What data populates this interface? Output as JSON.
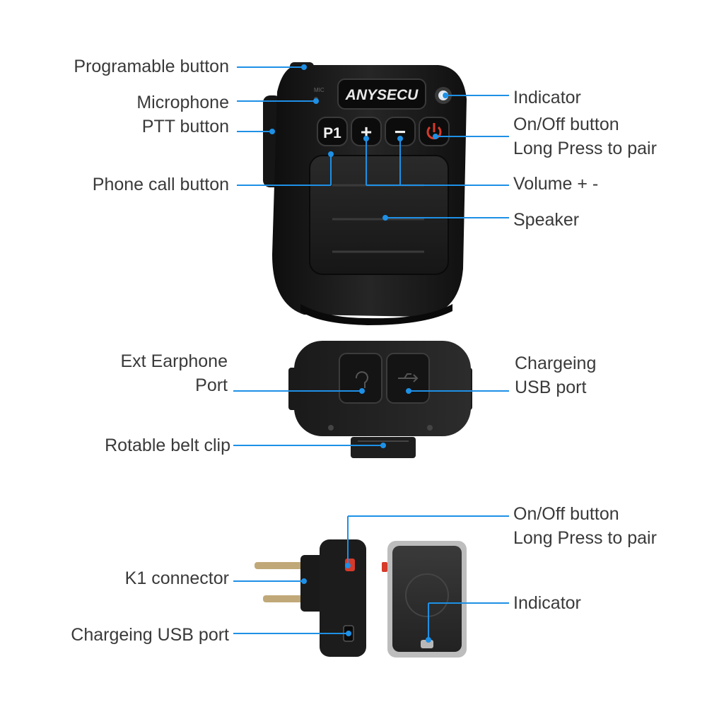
{
  "colors": {
    "line": "#1e90e6",
    "label": "#3a3a3a",
    "device": "#1c1c1c",
    "button_red": "#d63a2a"
  },
  "device_main": {
    "brand": "ANYSECU",
    "btn_p1": "P1",
    "btn_plus": "+",
    "btn_minus": "−"
  },
  "labels": {
    "programable_button": "Programable button",
    "microphone": "Microphone",
    "ptt_button": "PTT button",
    "phone_call_button": "Phone call button",
    "indicator_top": "Indicator",
    "onoff_top_1": "On/Off button",
    "onoff_top_2": "Long Press to pair",
    "volume": "Volume +  -",
    "speaker": "Speaker",
    "ext_earphone_1": "Ext Earphone",
    "ext_earphone_2": "Port",
    "charging_usb_side_1": "Chargeing",
    "charging_usb_side_2": "USB port",
    "belt_clip": "Rotable belt clip",
    "onoff_bottom_1": "On/Off button",
    "onoff_bottom_2": "Long Press to pair",
    "k1_connector": "K1 connector",
    "indicator_bottom": "Indicator",
    "charging_usb_bottom": "Chargeing USB port"
  }
}
